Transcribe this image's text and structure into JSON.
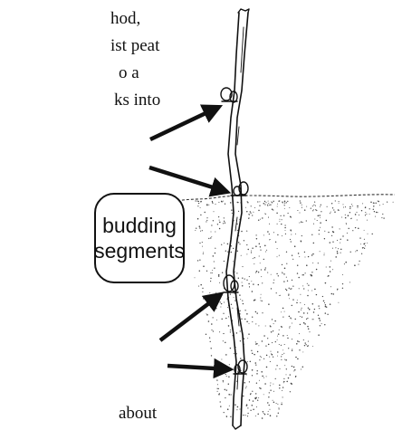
{
  "text": {
    "line1": "hod,",
    "line2": "ist peat",
    "line3": "o a",
    "line4": "ks into",
    "line5": "about"
  },
  "label": {
    "line1": "budding",
    "line2": "segments"
  }
}
